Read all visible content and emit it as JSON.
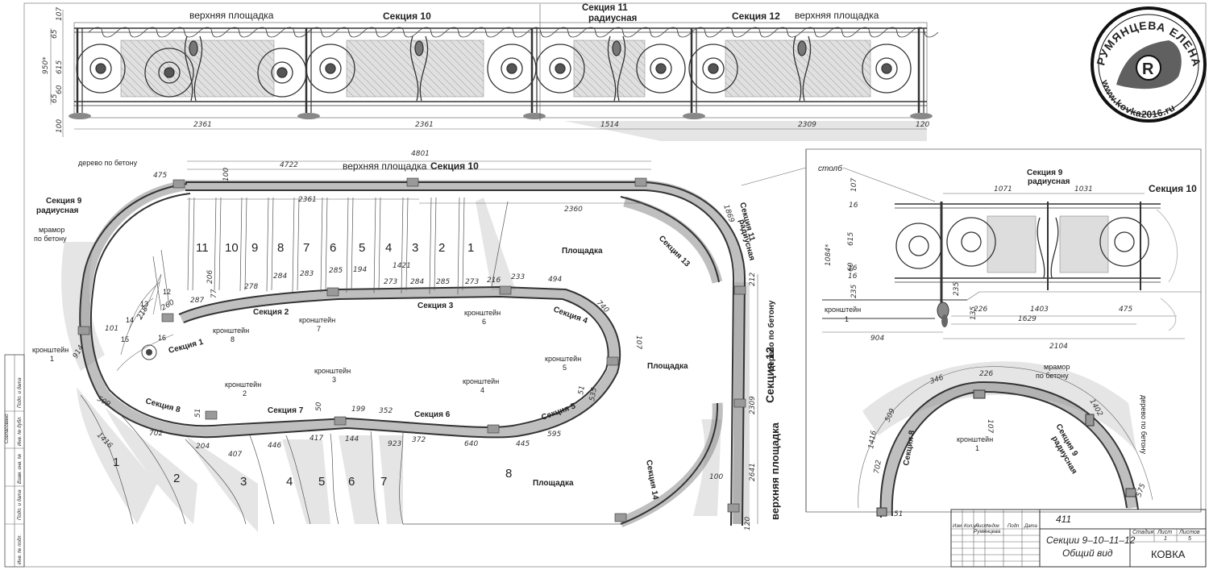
{
  "top_elevation": {
    "labels": [
      "верхняя площадка",
      "Секция 10",
      "Секция 11",
      "радиусная",
      "Секция 12",
      "верхняя площадка"
    ],
    "dims_bottom": [
      "2361",
      "2361",
      "1514",
      "2309",
      "120"
    ],
    "dims_left": [
      "107",
      "65",
      "950*",
      "615",
      "60",
      "65",
      "100"
    ]
  },
  "logo": {
    "name": "РУМЯНЦЕВА ЕЛЕНА",
    "url": "www.kovka2016.ru",
    "monogram": "R"
  },
  "plan": {
    "top_labels": [
      "4801",
      "4722",
      "верхняя площадка",
      "Секция 10",
      "2361",
      "2360",
      "1869"
    ],
    "left_labels": [
      "дерево по бетону",
      "475",
      "100",
      "Секция 9",
      "радиусная",
      "мрамор",
      "по бетону"
    ],
    "upper_steps": [
      "11",
      "10",
      "9",
      "8",
      "7",
      "6",
      "5",
      "4",
      "3",
      "2",
      "1"
    ],
    "lower_steps": [
      "1",
      "2",
      "3",
      "4",
      "5",
      "6",
      "7",
      "8"
    ],
    "small_steps": [
      "12",
      "13",
      "14",
      "15",
      "16"
    ],
    "upper_dims": [
      "206",
      "77",
      "278",
      "284",
      "283",
      "285",
      "194",
      "1421",
      "273",
      "284",
      "285",
      "273",
      "216",
      "233",
      "494",
      "740",
      "287",
      "260",
      "218",
      "101",
      "914"
    ],
    "lower_dims": [
      "509",
      "1416",
      "702",
      "51",
      "204",
      "407",
      "446",
      "417",
      "144",
      "50",
      "199",
      "352",
      "923",
      "372",
      "640",
      "445",
      "595",
      "51",
      "535",
      "107"
    ],
    "right_dims": [
      "212",
      "2309",
      "2641",
      "100",
      "120"
    ],
    "sections": [
      "Секция 1",
      "Секция 2",
      "Секция 3",
      "Секция 4",
      "Секция 5",
      "Секция 6",
      "Секция 7",
      "Секция 8",
      "Секция 11",
      "радиусная",
      "Секция 12",
      "Секция 13",
      "Секция 14"
    ],
    "bracket_word": "кронштейн",
    "brackets": [
      "1",
      "2",
      "3",
      "4",
      "5",
      "6",
      "7",
      "8"
    ],
    "areas": [
      "Площадка",
      "Площадка",
      "Площадка",
      "верхняя площадка",
      "дерево по бетону"
    ]
  },
  "detail_elevation": {
    "title": [
      "Секция 9",
      "радиусная",
      "Секция 10"
    ],
    "column_label": "столб",
    "dims": [
      "1071",
      "1031",
      "107",
      "16",
      "1084*",
      "615",
      "60",
      "16",
      "16",
      "235",
      "235",
      "226",
      "135",
      "1403",
      "475",
      "1629",
      "904",
      "2104"
    ],
    "bracket": [
      "кронштейн",
      "1"
    ]
  },
  "detail_plan": {
    "labels": [
      "мрамор",
      "по бетону",
      "дерево по бетону",
      "Секция 9",
      "радиусная",
      "Секция 8",
      "кронштейн",
      "1"
    ],
    "dims": [
      "346",
      "226",
      "1402",
      "509",
      "107",
      "1416",
      "702",
      "51",
      "575"
    ]
  },
  "stamp": {
    "number": "411",
    "title_line1": "Секции 9–10–11–12",
    "title_line2": "Общий вид",
    "headers": [
      "Изм",
      "Кол.уч",
      "Лист",
      "№док",
      "Подп",
      "Дата"
    ],
    "author": "Румянцева",
    "col_headers": [
      "Стадия",
      "Лист",
      "Листов"
    ],
    "sheet": "1",
    "sheets": "5",
    "company": "КОВКА",
    "side_fields": [
      "Инв. № подл.",
      "Подп. и дата",
      "Взам. инв. №",
      "Инв. № дубл.",
      "Подп. и дата",
      "Согласовано"
    ]
  }
}
